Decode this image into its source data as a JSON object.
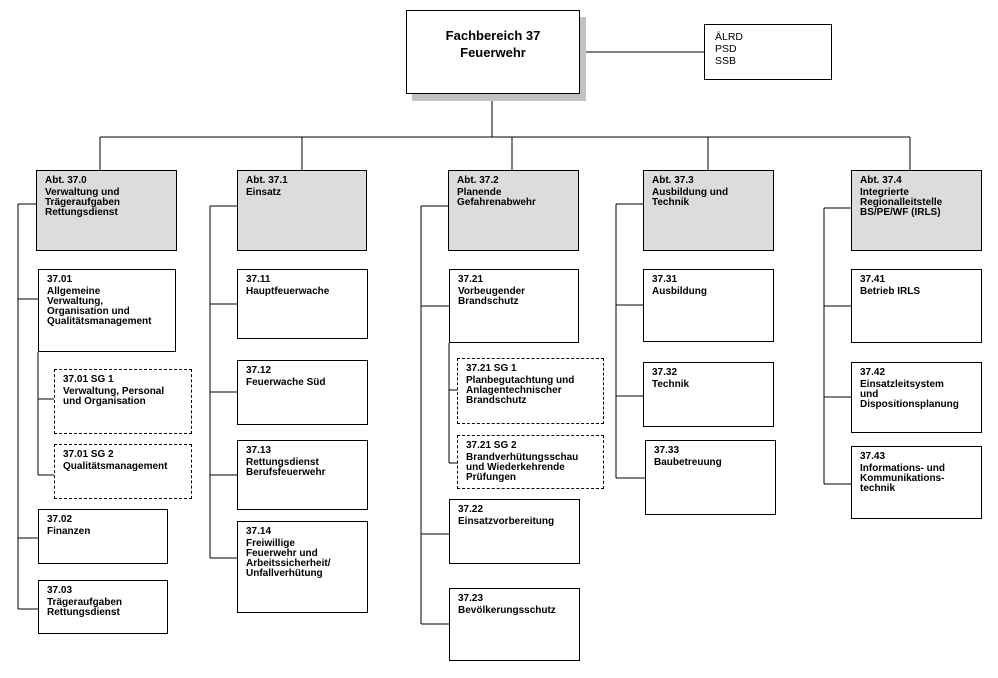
{
  "top": {
    "title": "Fachbereich 37\nFeuerwehr"
  },
  "staff": {
    "items": [
      "ÄLRD",
      "PSD",
      "SSB"
    ]
  },
  "departments": [
    {
      "code": "Abt. 37.0",
      "name": "Verwaltung und\nTrägeraufgaben\nRettungsdienst",
      "units": [
        {
          "code": "37.01",
          "name": "Allgemeine\nVerwaltung,\nOrganisation und\nQualitätsmanagement"
        },
        {
          "code": "37.01 SG 1",
          "name": "Verwaltung, Personal\nund Organisation"
        },
        {
          "code": "37.01 SG 2",
          "name": "Qualitätsmanagement"
        },
        {
          "code": "37.02",
          "name": "Finanzen"
        },
        {
          "code": "37.03",
          "name": "Trägeraufgaben\nRettungsdienst"
        }
      ]
    },
    {
      "code": "Abt. 37.1",
      "name": "Einsatz",
      "units": [
        {
          "code": "37.11",
          "name": "Hauptfeuerwache"
        },
        {
          "code": "37.12",
          "name": "Feuerwache Süd"
        },
        {
          "code": "37.13",
          "name": "Rettungsdienst\nBerufsfeuerwehr"
        },
        {
          "code": "37.14",
          "name": "Freiwillige\nFeuerwehr und\nArbeitssicherheit/\nUnfallverhütung"
        }
      ]
    },
    {
      "code": "Abt. 37.2",
      "name": "Planende\nGefahrenabwehr",
      "units": [
        {
          "code": "37.21",
          "name": "Vorbeugender\nBrandschutz"
        },
        {
          "code": "37.21 SG 1",
          "name": "Planbegutachtung und\nAnlagentechnischer\nBrandschutz"
        },
        {
          "code": "37.21 SG 2",
          "name": "Brandverhütungsschau\nund Wiederkehrende\nPrüfungen"
        },
        {
          "code": "37.22",
          "name": "Einsatzvorbereitung"
        },
        {
          "code": "37.23",
          "name": "Bevölkerungsschutz"
        }
      ]
    },
    {
      "code": "Abt. 37.3",
      "name": "Ausbildung und\nTechnik",
      "units": [
        {
          "code": "37.31",
          "name": "Ausbildung"
        },
        {
          "code": "37.32",
          "name": "Technik"
        },
        {
          "code": "37.33",
          "name": "Baubetreuung"
        }
      ]
    },
    {
      "code": "Abt. 37.4",
      "name": "Integrierte\nRegionalleitstelle\nBS/PE/WF (IRLS)",
      "units": [
        {
          "code": "37.41",
          "name": "Betrieb IRLS"
        },
        {
          "code": "37.42",
          "name": "Einsatzleitsystem\nund\nDispositionsplanung"
        },
        {
          "code": "37.43",
          "name": "Informations- und\nKommunikations-\ntechnik"
        }
      ]
    }
  ]
}
